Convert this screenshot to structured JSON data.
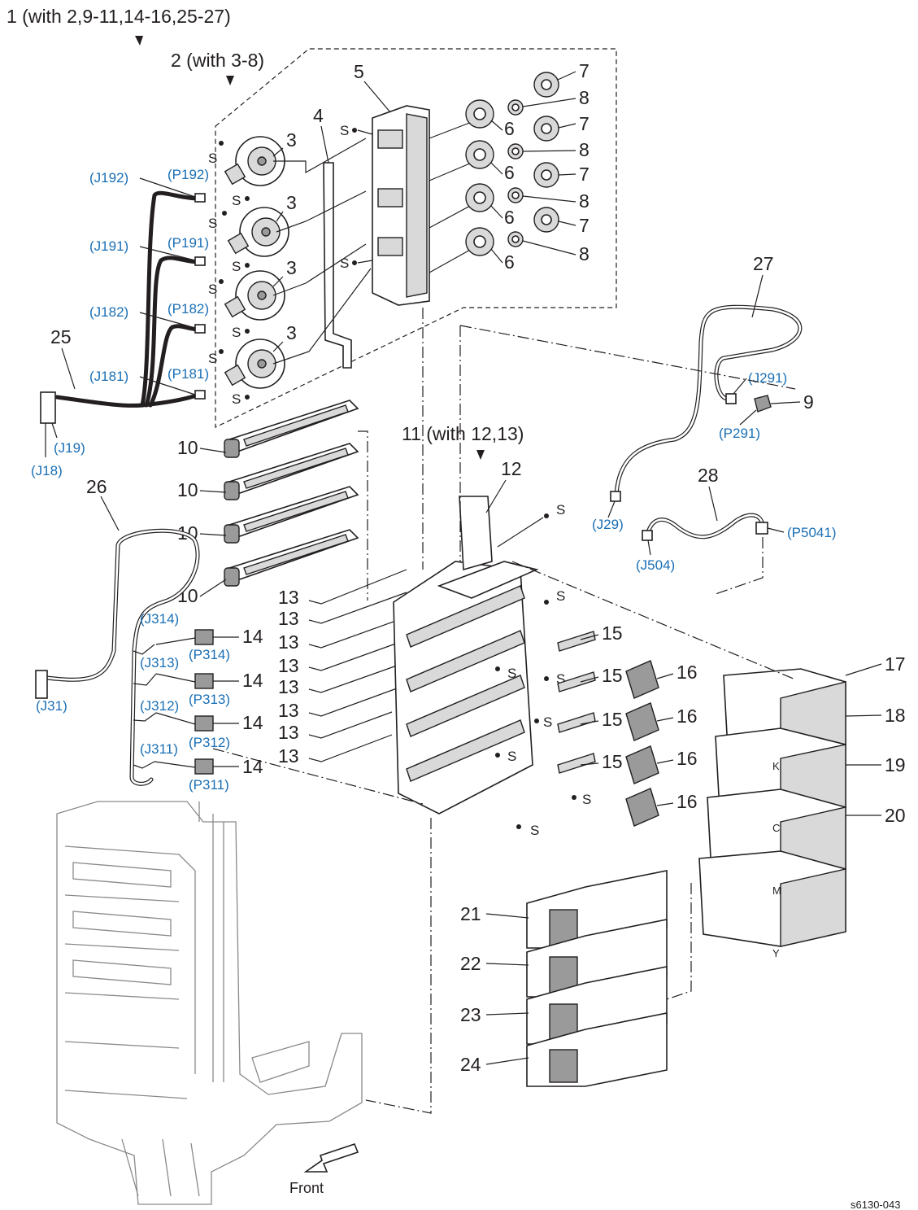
{
  "assembly_labels": {
    "main": "1 (with 2,9-11,14-16,25-27)",
    "motor_assy": "2 (with 3-8)",
    "holder_assy": "11 (with 12,13)"
  },
  "callouts": {
    "c3": "3",
    "c4": "4",
    "c5": "5",
    "c6": "6",
    "c7": "7",
    "c8": "8",
    "c9": "9",
    "c10": "10",
    "c12": "12",
    "c13": "13",
    "c14": "14",
    "c15": "15",
    "c16": "16",
    "c17": "17",
    "c18": "18",
    "c19": "19",
    "c20": "20",
    "c21": "21",
    "c22": "22",
    "c23": "23",
    "c24": "24",
    "c25": "25",
    "c26": "26",
    "c27": "27",
    "c28": "28",
    "screw": "S"
  },
  "connectors": {
    "j192": "(J192)",
    "j191": "(J191)",
    "j182": "(J182)",
    "j181": "(J181)",
    "p192": "(P192)",
    "p191": "(P191)",
    "p182": "(P182)",
    "p181": "(P181)",
    "j19": "(J19)",
    "j18": "(J18)",
    "j31": "(J31)",
    "j314": "(J314)",
    "j313": "(J313)",
    "j312": "(J312)",
    "j311": "(J311)",
    "p314": "(P314)",
    "p313": "(P313)",
    "p312": "(P312)",
    "p311": "(P311)",
    "j291": "(J291)",
    "p291": "(P291)",
    "j29": "(J29)",
    "j504": "(J504)",
    "p5041": "(P5041)"
  },
  "cartridge_letters": [
    "K",
    "C",
    "M",
    "Y"
  ],
  "front_label": "Front",
  "figure_ref": "s6130-043"
}
